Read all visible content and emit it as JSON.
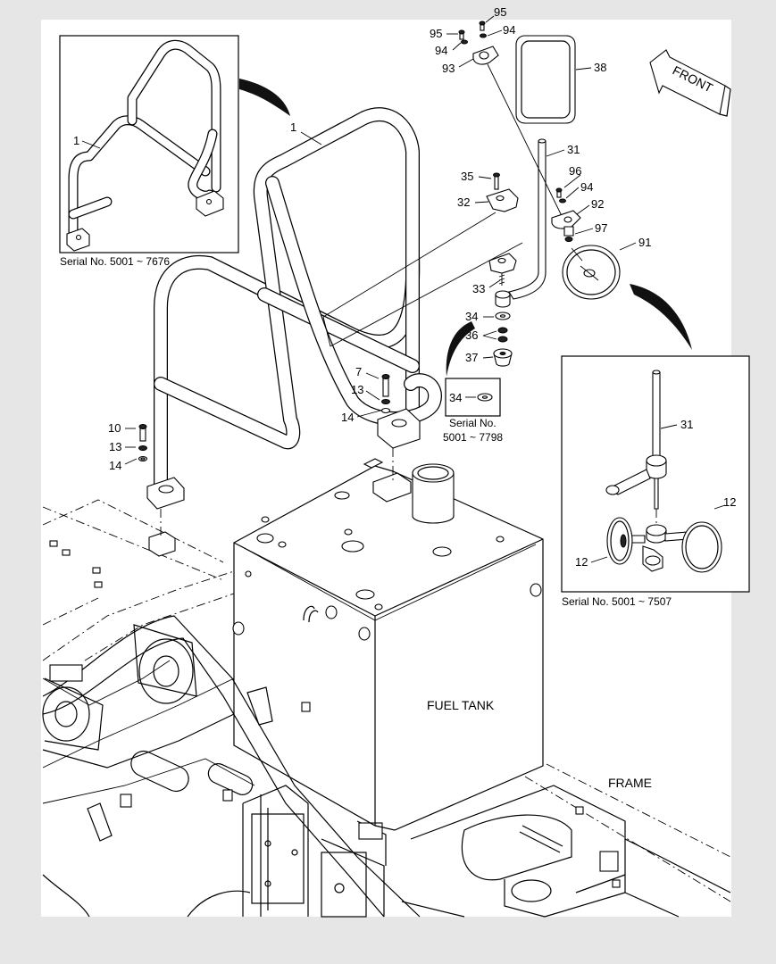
{
  "callouts": {
    "c1_inset": "1",
    "c1_main": "1",
    "c95_top": "95",
    "c95_left": "95",
    "c94_top": "94",
    "c94_left": "94",
    "c93": "93",
    "c38": "38",
    "c31_main": "31",
    "c96": "96",
    "c94_mid": "94",
    "c35": "35",
    "c32": "32",
    "c92": "92",
    "c97": "97",
    "c91": "91",
    "c33": "33",
    "c34": "34",
    "c36": "36",
    "c37": "37",
    "c7": "7",
    "c13_right": "13",
    "c14_right": "14",
    "c34_box": "34",
    "c10": "10",
    "c13_left": "13",
    "c14_left": "14",
    "c31_inset": "31",
    "c12_top": "12",
    "c12_left": "12"
  },
  "captions": {
    "serial_inset_left": "Serial No.  5001 ~ 7676",
    "serial_box_34_line1": "Serial No.",
    "serial_box_34_line2": "5001 ~ 7798",
    "serial_inset_right": "Serial No.  5001 ~ 7507"
  },
  "labels": {
    "front": "FRONT",
    "fuel_tank": "FUEL TANK",
    "frame": "FRAME"
  }
}
